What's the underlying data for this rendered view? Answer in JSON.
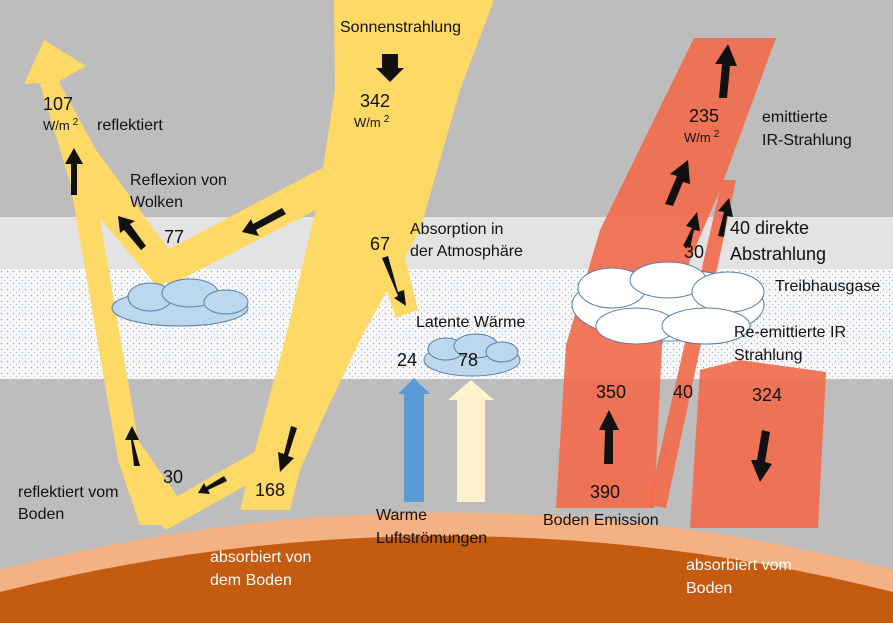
{
  "labels": {
    "sun": "Sonnenstrahlung",
    "sun_value": "342",
    "sun_unit": "W/m",
    "reflected_value": "107",
    "reflected_unit": "W/m",
    "reflected": "reflektiert",
    "cloud_reflection_1": "Reflexion von",
    "cloud_reflection_2": "Wolken",
    "cloud_reflection_value": "77",
    "atmos_absorption_value": "67",
    "atmos_absorption_1": "Absorption in",
    "atmos_absorption_2": "der Atmosphäre",
    "latent_heat": "Latente Wärme",
    "latent_value": "78",
    "thermal_value": "24",
    "ground_reflected_value": "30",
    "ground_reflected_1": "reflektiert vom",
    "ground_reflected_2": "Boden",
    "ground_absorbed_value": "168",
    "ground_absorbed_1": "absorbiert von",
    "ground_absorbed_2": "dem Boden",
    "warm_air_1": "Warme",
    "warm_air_2": "Luftströmungen",
    "emitted_value": "235",
    "emitted_unit": "W/m",
    "emitted_1": "emittierte",
    "emitted_2": "IR-Strahlung",
    "direct_value_label_1": "40 direkte",
    "direct_value_label_2": "Abstrahlung",
    "window_value": "30",
    "greenhouse": "Treibhausgase",
    "reemitted_1": "Re-emittierte IR",
    "reemitted_2": "Strahlung",
    "surface_up_value": "350",
    "direct_up_value": "40",
    "back_radiation_value": "324",
    "surface_emission_value": "390",
    "surface_emission": "Boden Emission",
    "absorbed_ground_1": "absorbiert vom",
    "absorbed_ground_2": "Boden",
    "superscript_2": "2"
  },
  "colors": {
    "background": "#bdbdbd",
    "solar": "#ffd966",
    "infrared": "#f26b4d",
    "atmosphere_band": "#e6e6e6",
    "greenhouse_band": "#eef3f7",
    "ground_crust": "#f4b183",
    "ground": "#c55a11",
    "cloud": "#bdd7ee",
    "thermal_arrow": "#5b9bd5",
    "latent_arrow": "#fff2cc"
  }
}
